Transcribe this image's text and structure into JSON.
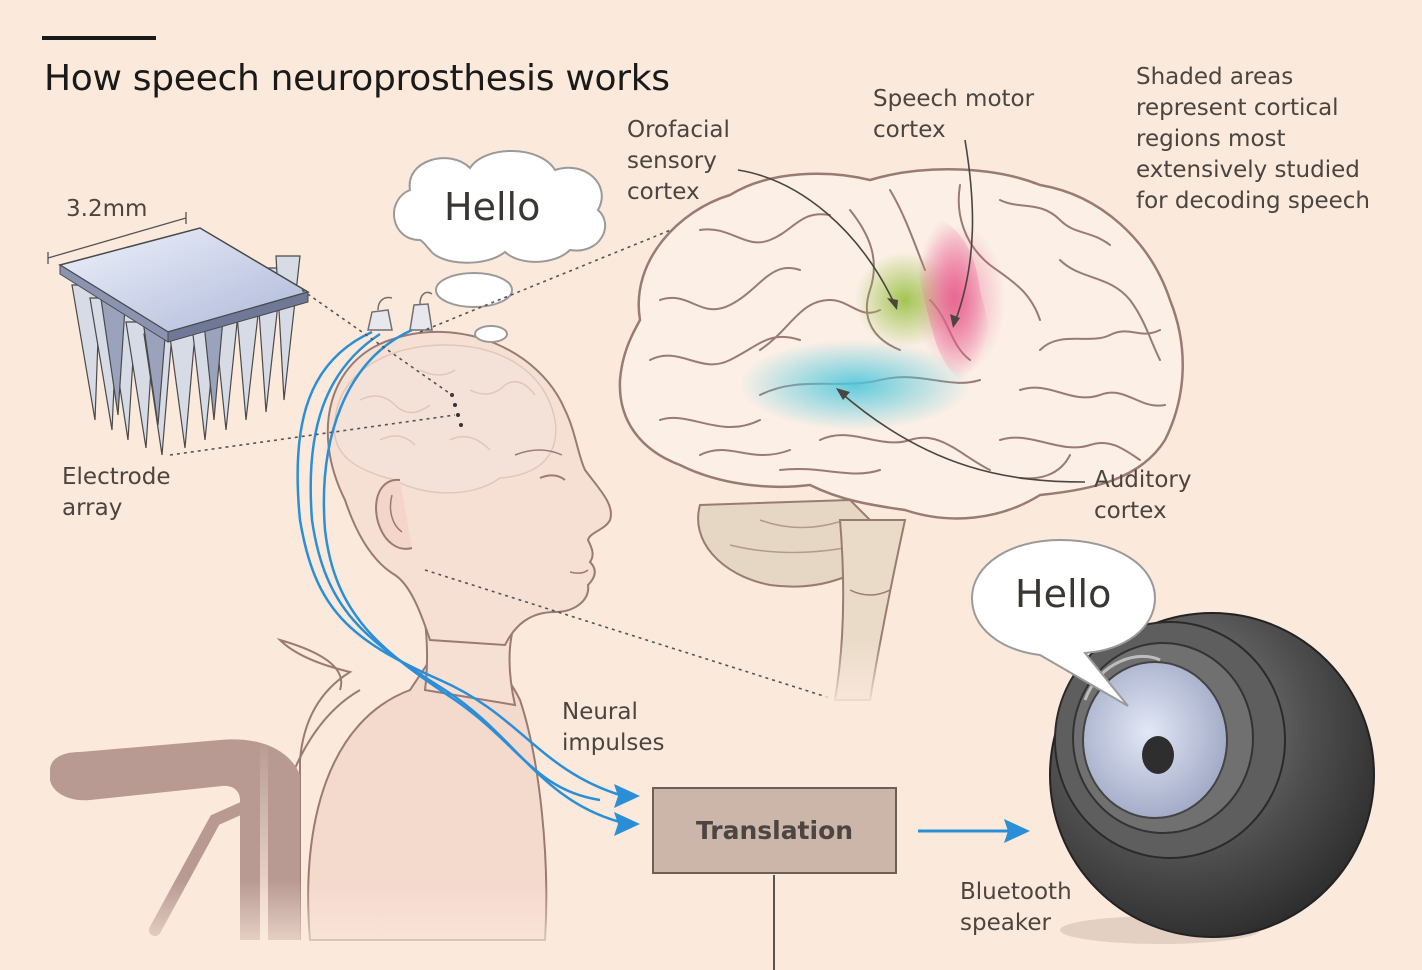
{
  "title": "How speech neuroprosthesis works",
  "labels": {
    "array_size": "3.2mm",
    "electrode_array": "Electrode\narray",
    "orofacial": "Orofacial\nsensory\ncortex",
    "speech_motor": "Speech motor\ncortex",
    "shaded_note": "Shaded areas\nrepresent cortical\nregions most\nextensively studied\nfor decoding speech",
    "auditory": "Auditory\ncortex",
    "neural_impulses": "Neural\nimpulses",
    "translation": "Translation",
    "bluetooth_speaker": "Bluetooth\nspeaker"
  },
  "bubbles": {
    "thought": "Hello",
    "speech": "Hello"
  },
  "colors": {
    "background": "#fbe9dc",
    "orofacial_region": "#9dc24a",
    "motor_region": "#e85c8e",
    "auditory_region": "#4fc7dc",
    "wire_blue": "#2a8fd6",
    "outline": "#9a7b74"
  }
}
